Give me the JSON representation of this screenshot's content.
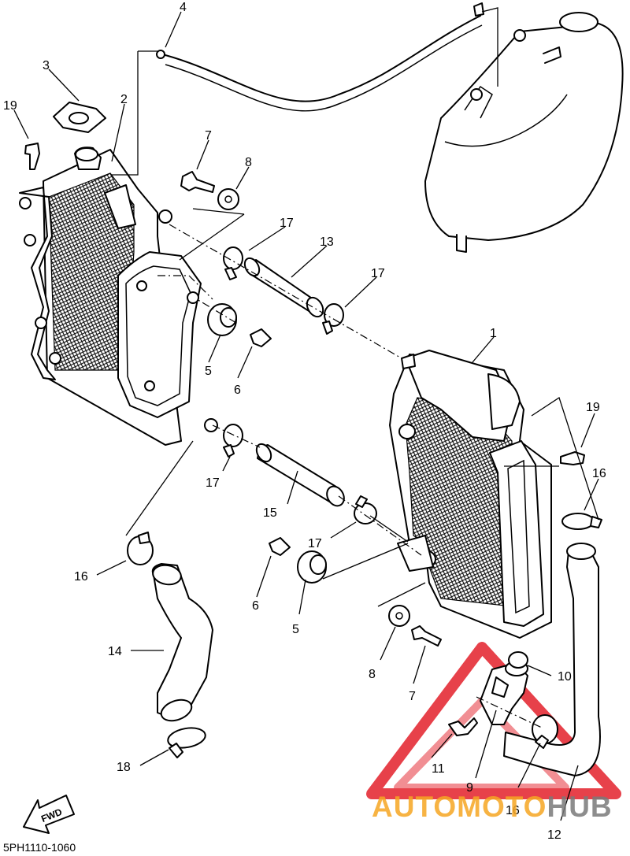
{
  "diagram": {
    "callouts": [
      {
        "id": "c4a",
        "text": "4"
      },
      {
        "id": "c3",
        "text": "3"
      },
      {
        "id": "c2",
        "text": "2"
      },
      {
        "id": "c19a",
        "text": "19"
      },
      {
        "id": "c7a",
        "text": "7"
      },
      {
        "id": "c8a",
        "text": "8"
      },
      {
        "id": "c17a",
        "text": "17"
      },
      {
        "id": "c13",
        "text": "13"
      },
      {
        "id": "c17b",
        "text": "17"
      },
      {
        "id": "c1",
        "text": "1"
      },
      {
        "id": "c5a",
        "text": "5"
      },
      {
        "id": "c6a",
        "text": "6"
      },
      {
        "id": "c19b",
        "text": "19"
      },
      {
        "id": "c16a",
        "text": "16"
      },
      {
        "id": "c17c",
        "text": "17"
      },
      {
        "id": "c15",
        "text": "15"
      },
      {
        "id": "c16b",
        "text": "16"
      },
      {
        "id": "c17d",
        "text": "17"
      },
      {
        "id": "c6b",
        "text": "6"
      },
      {
        "id": "c5b",
        "text": "5"
      },
      {
        "id": "c14",
        "text": "14"
      },
      {
        "id": "c8b",
        "text": "8"
      },
      {
        "id": "c7b",
        "text": "7"
      },
      {
        "id": "c10",
        "text": "10"
      },
      {
        "id": "c11",
        "text": "11"
      },
      {
        "id": "c9",
        "text": "9"
      },
      {
        "id": "c16c",
        "text": "16"
      },
      {
        "id": "c18",
        "text": "18"
      },
      {
        "id": "c12",
        "text": "12"
      }
    ],
    "fwd_label": "FWD",
    "drawing_code": "5PH1110-1060"
  },
  "watermark": {
    "part1": "AUTOMOTO",
    "part2": "HUB",
    "color1": "#f6a623",
    "color2": "#7a7a7a",
    "triangle_color": "#e3212b"
  }
}
